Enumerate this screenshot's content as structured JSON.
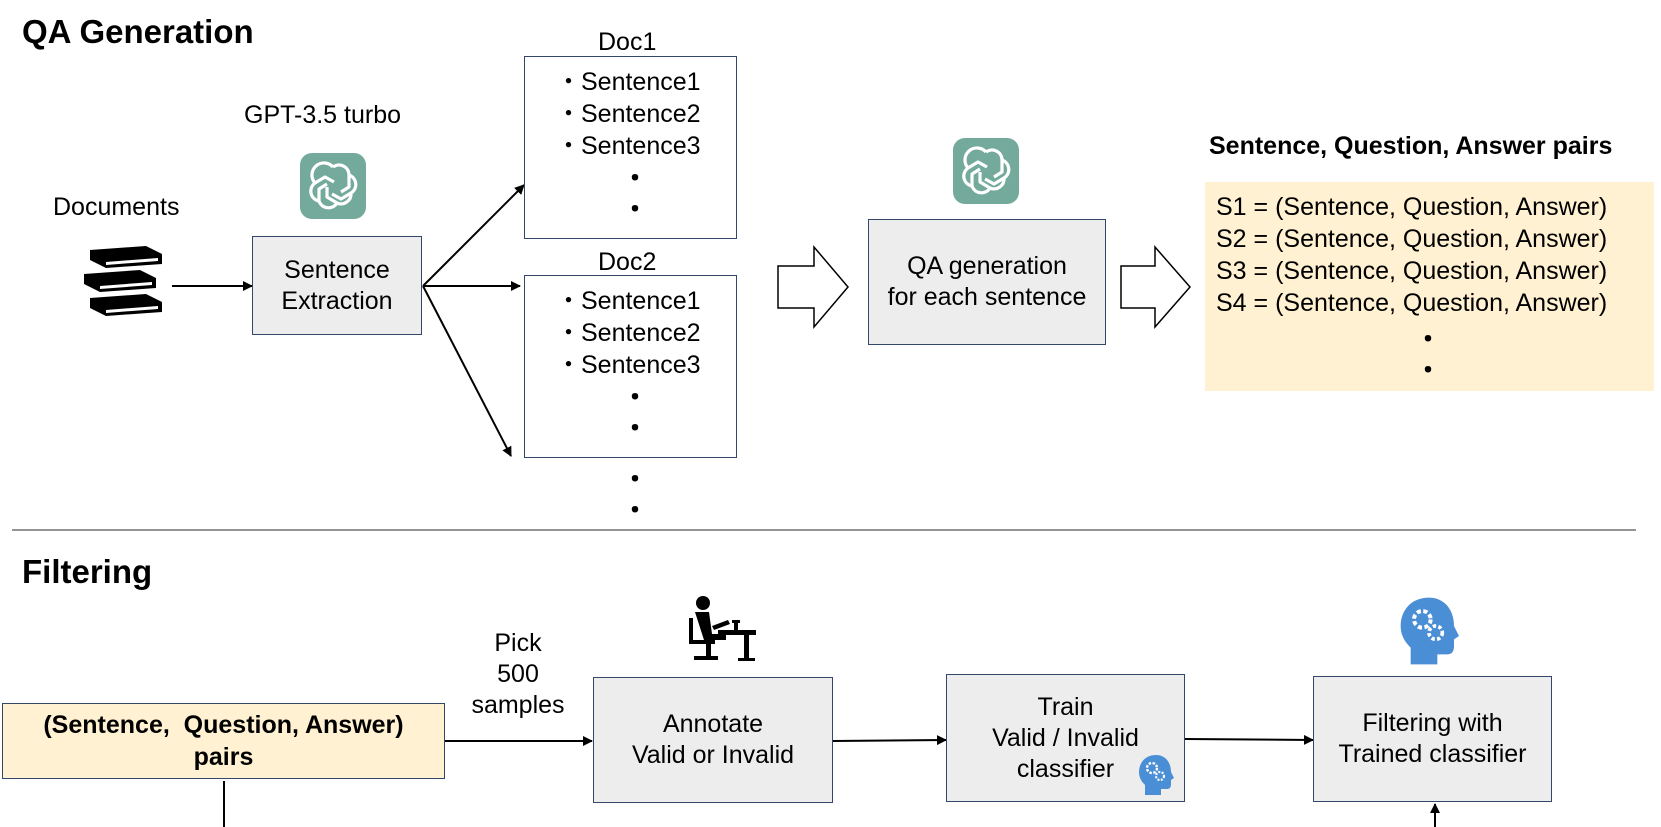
{
  "sections": {
    "qa_title": "QA Generation",
    "filter_title": "Filtering"
  },
  "qa": {
    "documents_label": "Documents",
    "model_label": "GPT-3.5 turbo",
    "extraction_box": [
      "Sentence",
      "Extraction"
    ],
    "doc1": {
      "title": "Doc1",
      "items": [
        "・Sentence1",
        "・Sentence2",
        "・Sentence3"
      ],
      "dots": [
        "・",
        "・"
      ]
    },
    "doc2": {
      "title": "Doc2",
      "items": [
        "・Sentence1",
        "・Sentence2",
        "・Sentence3"
      ],
      "dots": [
        "・",
        "・"
      ]
    },
    "more_docs_dots": [
      "・",
      "・"
    ],
    "generation_box": [
      "QA generation",
      "for each sentence"
    ],
    "pairs_title": "Sentence, Question, Answer pairs",
    "pairs": [
      "S1 = (Sentence, Question, Answer)",
      "S2 = (Sentence, Question, Answer)",
      "S3 = (Sentence, Question, Answer)",
      "S4 = (Sentence, Question, Answer)"
    ],
    "pairs_dots": [
      "・",
      "・"
    ]
  },
  "filtering": {
    "input_box": [
      "(Sentence,  Question, Answer)",
      "pairs"
    ],
    "pick_label": [
      "Pick",
      "500",
      "samples"
    ],
    "annotate_box": [
      "Annotate",
      "Valid or Invalid"
    ],
    "train_box": [
      "Train",
      "Valid / Invalid",
      "classifier"
    ],
    "filter_box": [
      "Filtering with",
      "Trained classifier"
    ]
  },
  "colors": {
    "box_fill": "#ededed",
    "box_border": "#33476b",
    "highlight_fill": "#fff1d1",
    "openai_green": "#74aa9c",
    "head_blue": "#4a8fd6"
  },
  "icons": [
    "openai-logo-icon",
    "books-icon",
    "person-at-desk-icon",
    "head-gears-icon"
  ]
}
